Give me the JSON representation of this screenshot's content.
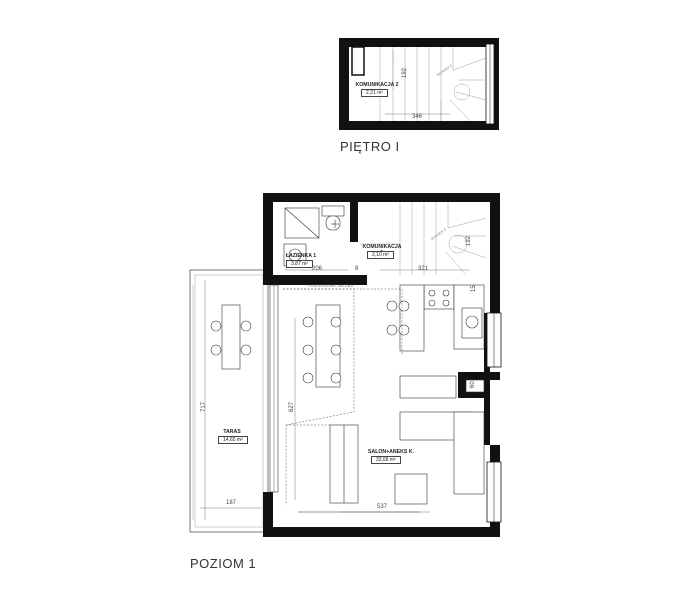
{
  "levels": {
    "upper": "PIĘTRO I",
    "ground": "POZIOM 1"
  },
  "rooms": {
    "komunikacja2": {
      "name": "KOMUNIKACJA 2",
      "area": "2,21 m²"
    },
    "lazienka1": {
      "name": "ŁAZIENKA 1",
      "area": "3,87 m²"
    },
    "komunikacja1": {
      "name": "KOMUNIKACJA 1",
      "area": "2,10 m²"
    },
    "salon": {
      "name": "SALON+ANEKS K.",
      "area": "33,66 m²"
    },
    "taras": {
      "name": "TARAS",
      "area": "14,65 m²"
    }
  },
  "dimensions": {
    "upper_width": "346",
    "upper_height": "192",
    "stair_height": "192",
    "lazienka_width": "206",
    "partition": "8",
    "komunikacja_width": "321",
    "salon_height": "627",
    "salon_width": "537",
    "taras_height": "717",
    "taras_width": "187",
    "side_a": "15",
    "side_b": "60"
  },
  "notes": {
    "schody_upper": "SCHODY Z",
    "schody_ground": "SCHODY Z",
    "poszerzenie": "POSZERZENIE SALONU"
  }
}
